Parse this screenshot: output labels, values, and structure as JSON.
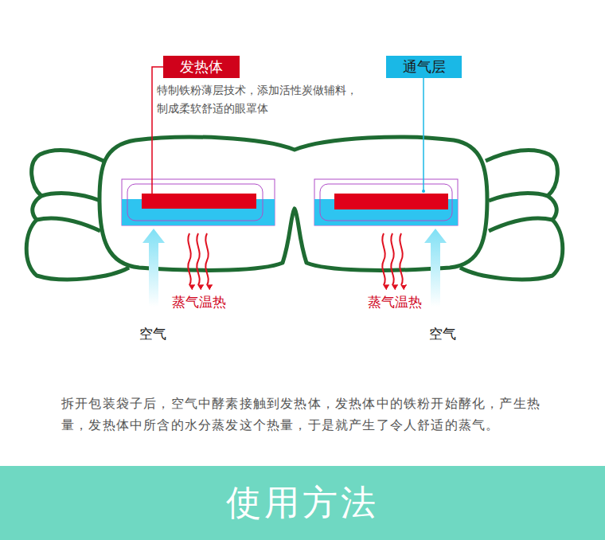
{
  "diagram": {
    "nodes": [
      {
        "text": [
          "发热体"
        ]
      },
      {
        "text": [
          "通气层"
        ]
      },
      {
        "text": [
          "使用方法"
        ]
      }
    ],
    "labels": [
      "特制铁粉薄层技术，添加活性炭做辅料，制成柔软舒适的眼罩体",
      "蒸气温热",
      "蒸气温热",
      "空气",
      "空气",
      "拆开包装袋子后，空气中酵素接触到发热体，发热体中的铁粉开始酵化，产生热量，发热体中所含的水分蒸发这个热量，于是就产生了令人舒适的蒸气。"
    ]
  }
}
